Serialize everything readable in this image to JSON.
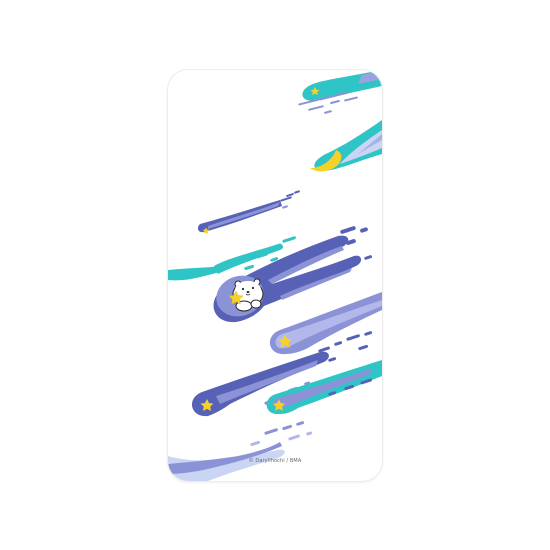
{
  "product": {
    "copyright": "© Daryllhochi / BMA"
  },
  "palette": {
    "background": "#ffffff",
    "case_body": "#ffffff",
    "navy_blue": "#5762b6",
    "periwinkle": "#8b93d6",
    "lavender": "#b3b8ec",
    "pale_blue": "#c9d5f2",
    "teal": "#2fc4c6",
    "star_yellow": "#f4d22a",
    "bear_white": "#ffffff",
    "bear_outline": "#2b2b2b"
  },
  "artwork": {
    "shooting_stars": [
      {
        "name": "teal-comet",
        "color": "teal",
        "head": "star"
      },
      {
        "name": "teal-moon-streak",
        "color": "teal",
        "head": "moon"
      },
      {
        "name": "navy-comet",
        "color": "navy_blue",
        "head": "star"
      },
      {
        "name": "teal-streak",
        "color": "teal",
        "head": "none"
      },
      {
        "name": "bear-comet",
        "color": "navy_blue",
        "head": "polar-bear"
      },
      {
        "name": "lavender-star-comet",
        "color": "lavender",
        "head": "star"
      },
      {
        "name": "periwinkle-star-comet",
        "color": "periwinkle",
        "head": "star"
      },
      {
        "name": "teal-star-comet",
        "color": "teal",
        "head": "star"
      },
      {
        "name": "pale-blue-tail",
        "color": "pale_blue",
        "head": "none"
      }
    ],
    "character": {
      "name": "polar-bear",
      "holding": "star-icon"
    }
  }
}
